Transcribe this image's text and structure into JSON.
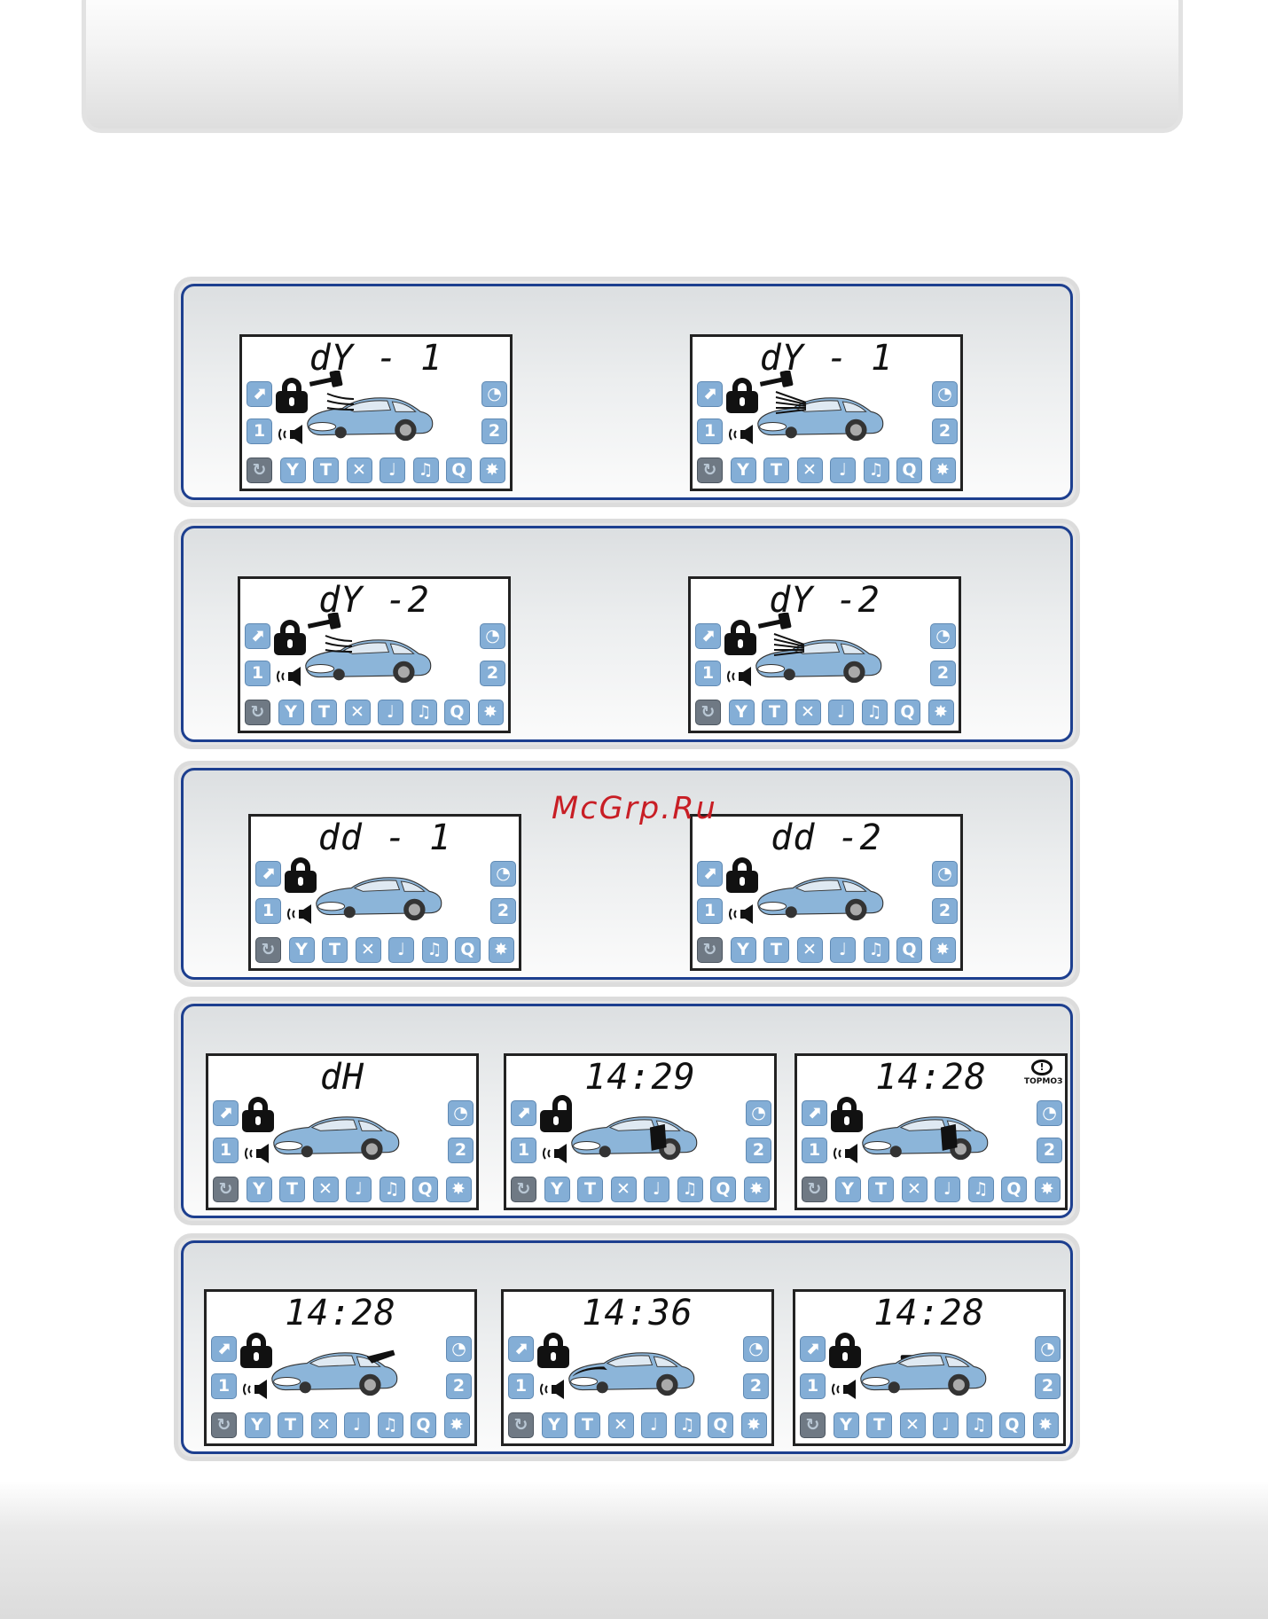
{
  "header": {},
  "watermark": "McGrp.Ru",
  "icons": {
    "left_top": "car-lift-icon",
    "left_mid": "1",
    "right_top": "tachometer-icon",
    "right_mid": "2",
    "bottom": [
      "refresh-icon",
      "wrench-icon",
      "hammer-icon",
      "cross-arrows-icon",
      "note-icon",
      "double-note-icon",
      "pager-icon",
      "alarm-car-icon"
    ]
  },
  "accent_colors": {
    "panel_border": "#1d3f8f",
    "icon_fill": "#84aed6",
    "car_body": "#8cb5d9",
    "watermark": "#c81e25"
  },
  "panels": [
    {
      "displays": [
        {
          "lcd": "dY - 1",
          "lock": "locked",
          "hammer": true,
          "shock": "weak"
        },
        {
          "lcd": "dY - 1",
          "lock": "locked",
          "hammer": true,
          "shock": "strong"
        }
      ]
    },
    {
      "displays": [
        {
          "lcd": "dY -2",
          "lock": "locked",
          "hammer": true,
          "shock": "weak"
        },
        {
          "lcd": "dY -2",
          "lock": "locked",
          "hammer": true,
          "shock": "strong"
        }
      ]
    },
    {
      "displays": [
        {
          "lcd": "dd - 1",
          "lock": "locked"
        },
        {
          "lcd": "dd -2",
          "lock": "locked"
        }
      ]
    },
    {
      "displays": [
        {
          "lcd": "dH",
          "lock": "locked"
        },
        {
          "lcd": "14:29",
          "lock": "unlocked",
          "door": "open"
        },
        {
          "lcd": "14:28",
          "lock": "locked",
          "door": "open",
          "brake_label": "ТОРМОЗ"
        }
      ]
    },
    {
      "displays": [
        {
          "lcd": "14:28",
          "lock": "locked",
          "trunk": "open"
        },
        {
          "lcd": "14:36",
          "lock": "locked",
          "hood": "open"
        },
        {
          "lcd": "14:28",
          "lock": "locked",
          "engine": "running"
        }
      ]
    }
  ]
}
